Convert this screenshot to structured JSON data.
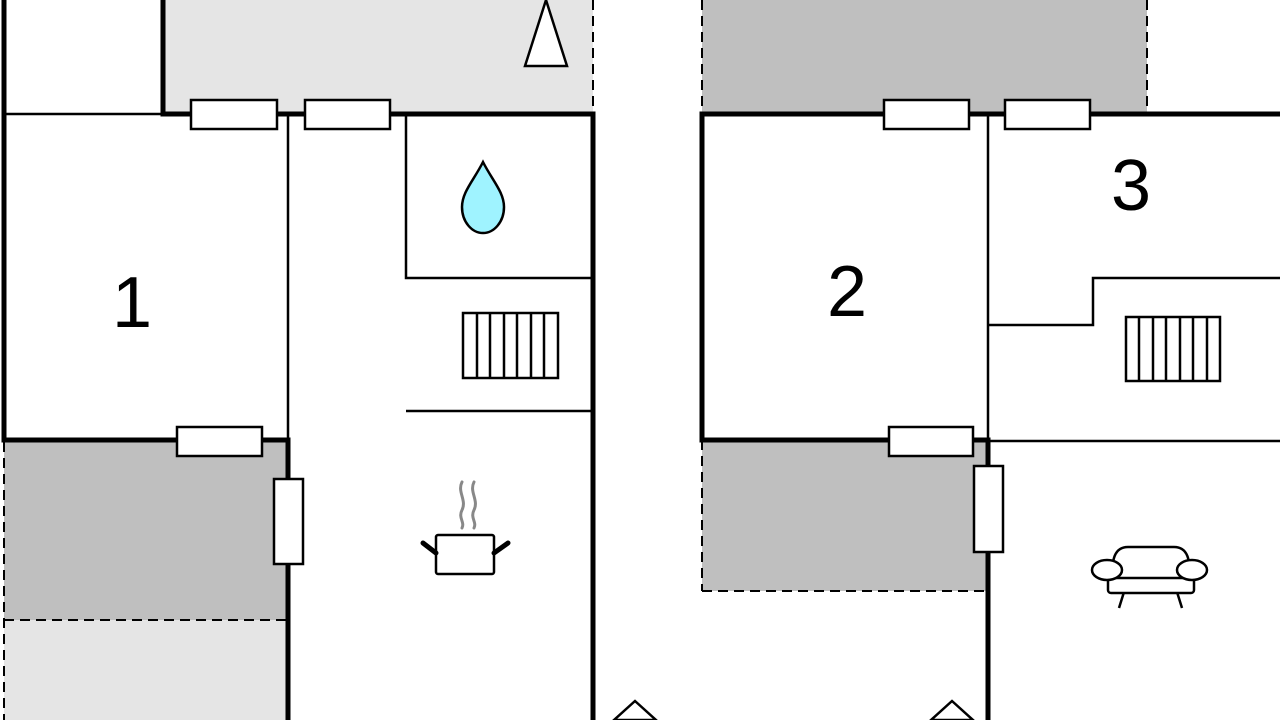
{
  "rooms": [
    {
      "id": "room-1",
      "label": "1"
    },
    {
      "id": "room-2",
      "label": "2"
    },
    {
      "id": "room-3",
      "label": "3"
    }
  ],
  "icons": {
    "water": "water-drop-icon",
    "radiator_left": "radiator-icon",
    "radiator_right": "radiator-icon",
    "cooking": "cooking-pot-icon",
    "sofa": "sofa-icon",
    "pine": "tree-icon",
    "entrance": "entrance-arrow-icon"
  },
  "colors": {
    "wall": "#000000",
    "terrace_dark": "#bfbfbf",
    "terrace_light": "#e5e5e5",
    "water": "#9ff3ff",
    "steam": "#888888"
  }
}
